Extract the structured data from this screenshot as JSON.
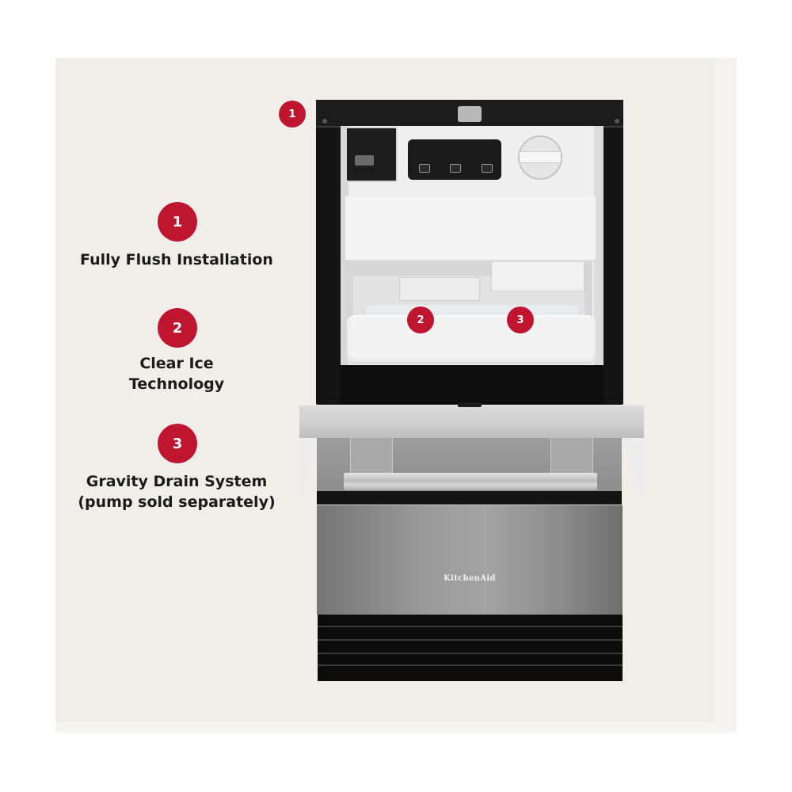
{
  "features": [
    {
      "number": "1",
      "label_lines": [
        "Fully Flush Installation"
      ]
    },
    {
      "number": "2",
      "label_lines": [
        "Clear Ice",
        "Technology"
      ]
    },
    {
      "number": "3",
      "label_lines": [
        "Gravity Drain System",
        "(pump sold separately)"
      ]
    }
  ],
  "callouts": {
    "top_left": "1",
    "ice_bin_left": "2",
    "ice_bin_right": "3"
  },
  "product": {
    "brand": "KitchenAid",
    "type": "ice maker"
  },
  "colors": {
    "badge_red": "#c0152f",
    "background_panel": "#f1eeea",
    "label_text": "#1b1b1b"
  }
}
